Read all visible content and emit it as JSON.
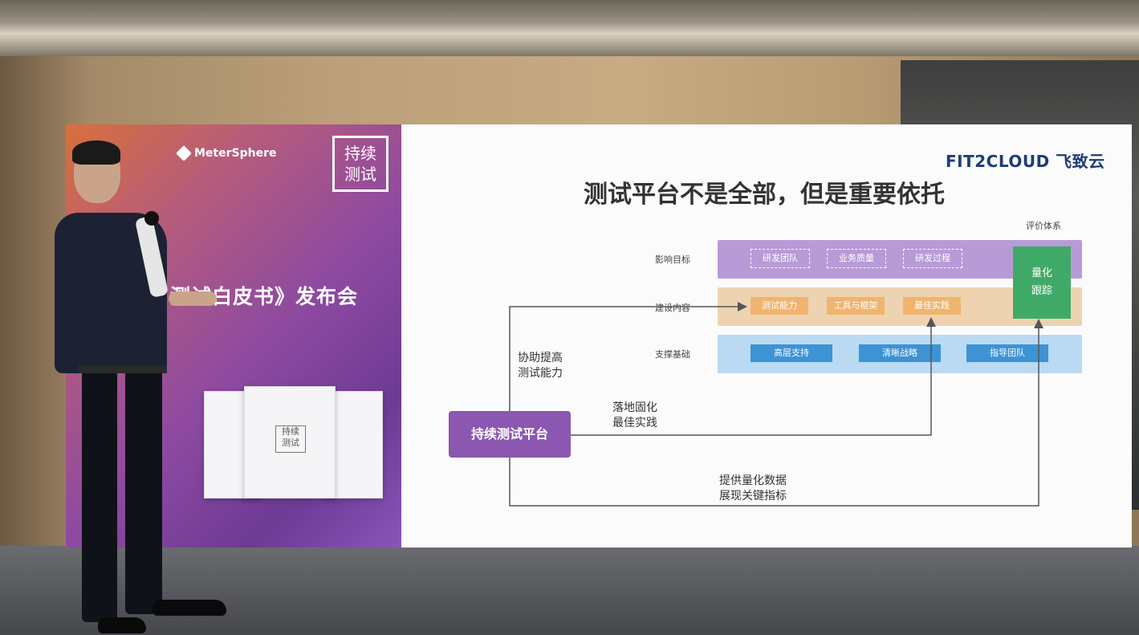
{
  "screen": {
    "left_panel": {
      "brand_logo": "MeterSphere",
      "seal_text": [
        "持续",
        "测试"
      ],
      "event_title": "测试白皮书》发布会",
      "book_seal": [
        "持续",
        "测试"
      ]
    },
    "slide": {
      "company_logo": "FIT2CLOUD 飞致云",
      "title": "测试平台不是全部，但是重要依托",
      "eval_label": "评价体系",
      "eval_box": [
        "量化",
        "跟踪"
      ],
      "rows": [
        {
          "label": "影响目标",
          "items": [
            "研发团队",
            "业务质量",
            "研发过程"
          ]
        },
        {
          "label": "建设内容",
          "items": [
            "测试能力",
            "工具与框架",
            "最佳实践"
          ]
        },
        {
          "label": "支撑基础",
          "items": [
            "高层支持",
            "清晰战略",
            "指导团队"
          ]
        }
      ],
      "platform": "持续测试平台",
      "annotations": {
        "assist": [
          "协助提高",
          "测试能力"
        ],
        "landing": [
          "落地固化",
          "最佳实践"
        ],
        "data": [
          "提供量化数据",
          "展现关键指标"
        ]
      }
    }
  }
}
